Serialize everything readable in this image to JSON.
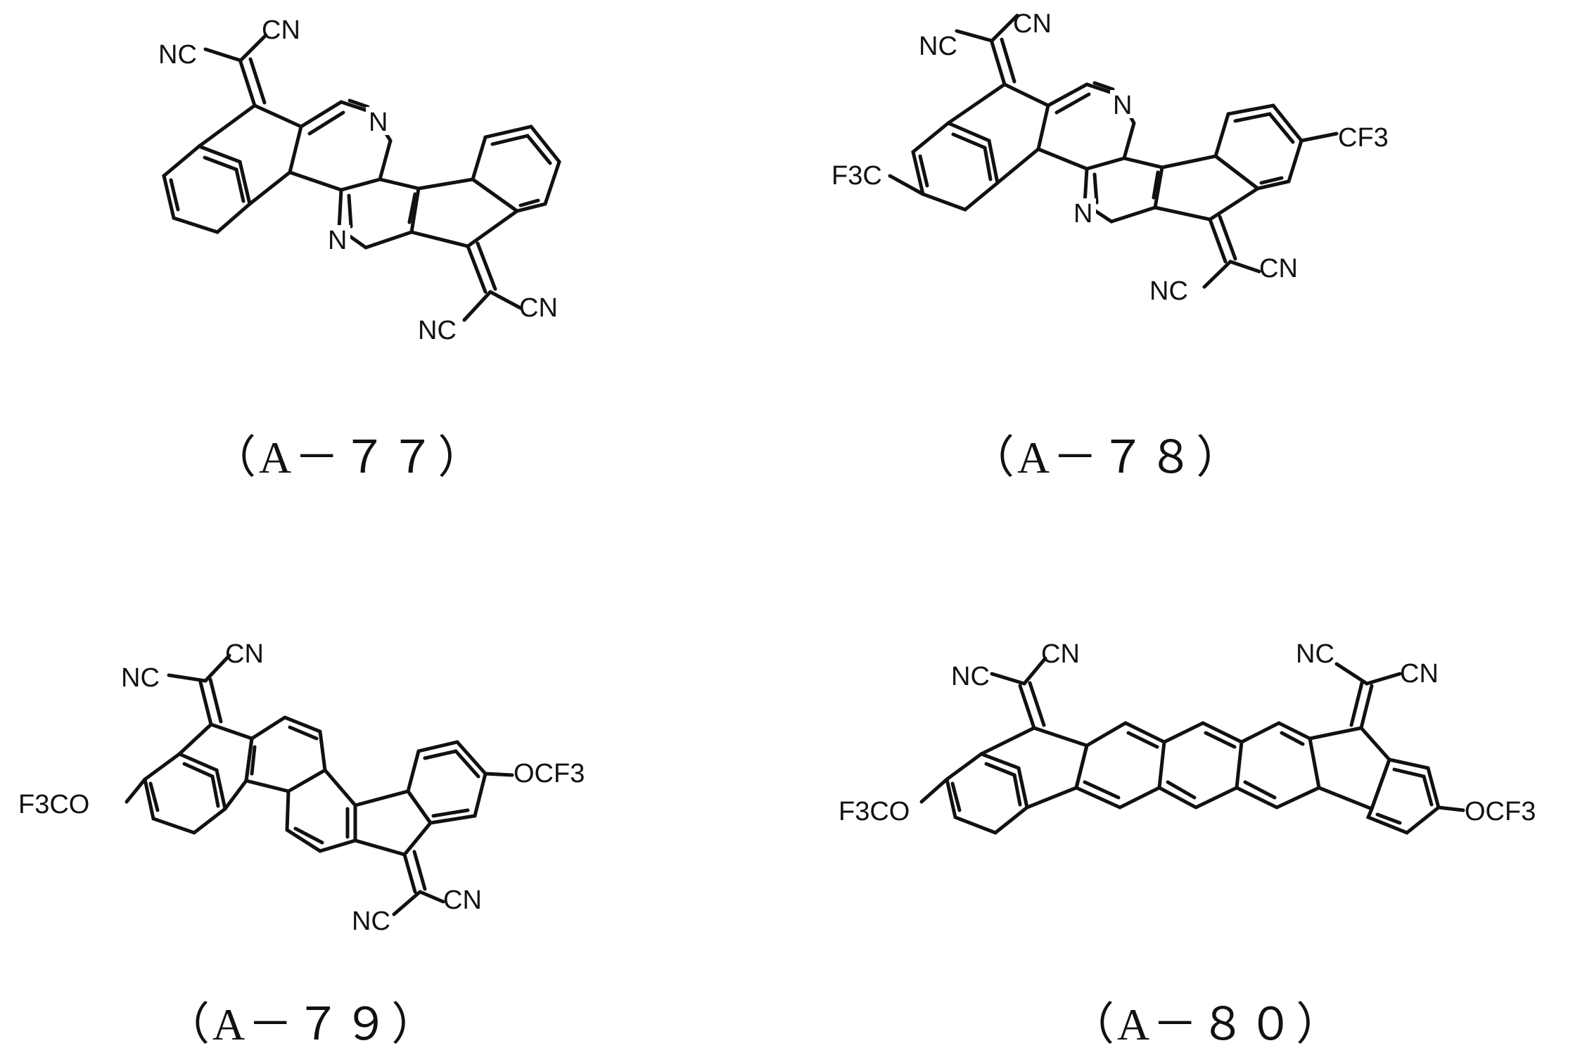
{
  "compounds": [
    {
      "id": "A-77",
      "caption": "（A－７７）",
      "labels": {
        "nc_top": "NC",
        "cn_top": "CN",
        "n1": "N",
        "n2": "N",
        "nc_bottom": "NC",
        "cn_bottom": "CN"
      }
    },
    {
      "id": "A-78",
      "caption": "（A－７８）",
      "labels": {
        "nc_top": "NC",
        "cn_top": "CN",
        "n1": "N",
        "n2": "N",
        "nc_bottom": "NC",
        "cn_bottom": "CN",
        "left_sub": "F3C",
        "right_sub": "CF3"
      }
    },
    {
      "id": "A-79",
      "caption": "（A－７９）",
      "labels": {
        "nc_top": "NC",
        "cn_top": "CN",
        "nc_bottom": "NC",
        "cn_bottom": "CN",
        "left_sub": "F3CO",
        "right_sub": "OCF3"
      }
    },
    {
      "id": "A-80",
      "caption": "（A－８０）",
      "labels": {
        "nc_top_left": "NC",
        "cn_top_left": "CN",
        "nc_top_right": "NC",
        "cn_top_right": "CN",
        "left_sub": "F3CO",
        "right_sub": "OCF3"
      }
    }
  ]
}
